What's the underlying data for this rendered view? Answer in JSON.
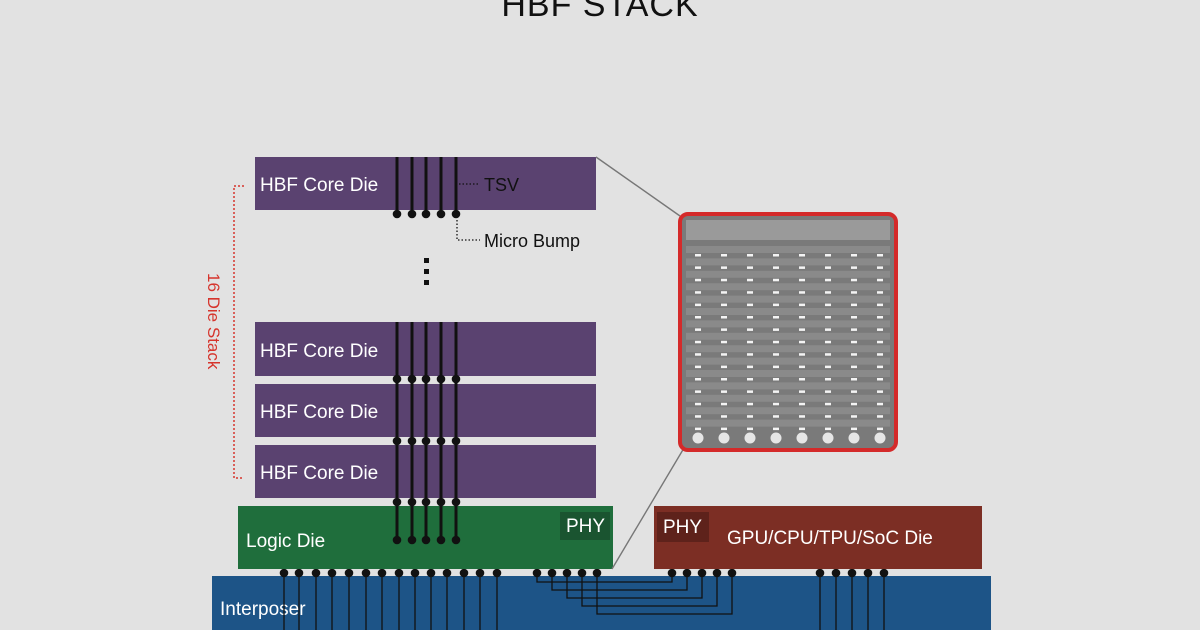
{
  "title": "HBF STACK",
  "labels": {
    "core_die": "HBF Core Die",
    "tsv": "TSV",
    "micro_bump": "Micro Bump",
    "stack": "16 Die Stack",
    "logic_die": "Logic Die",
    "phy": "PHY",
    "soc_die": "GPU/CPU/TPU/SoC Die",
    "interposer": "Interposer"
  },
  "colors": {
    "background": "#e2e2e2",
    "core_die": "#5a4270",
    "logic_die": "#1f6e3c",
    "phy_logic": "#1a5430",
    "soc_die": "#7c2e24",
    "phy_soc": "#5e221b",
    "interposer": "#1d5487",
    "stack_bracket": "#d6342c",
    "zoom_border": "#d42a2a"
  },
  "icons": {
    "ellipsis": "vertical-ellipsis-icon"
  }
}
